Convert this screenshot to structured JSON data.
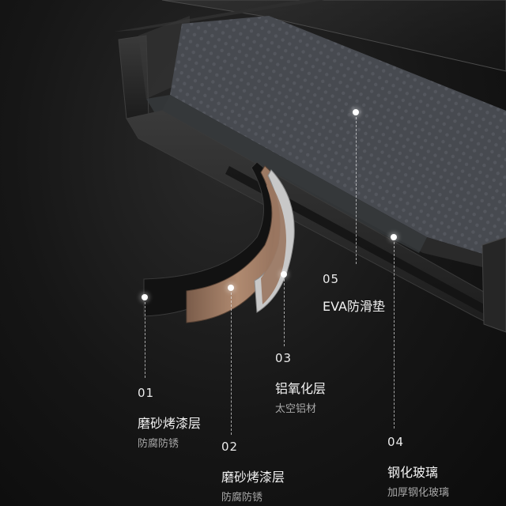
{
  "layers": [
    {
      "id": "01",
      "title": "磨砂烤漆层",
      "subtitle": "防腐防锈"
    },
    {
      "id": "02",
      "title": "磨砂烤漆层",
      "subtitle": "防腐防锈"
    },
    {
      "id": "03",
      "title": "铝氧化层",
      "subtitle": "太空铝材"
    },
    {
      "id": "04",
      "title": "钢化玻璃",
      "subtitle": "加厚钢化玻璃"
    },
    {
      "id": "05",
      "title": "EVA防滑垫",
      "subtitle": ""
    }
  ],
  "colors": {
    "background": "#141414",
    "frame": "#2b2b2b",
    "copper": "#b08a70",
    "aluminum": "#d9d9d9",
    "mat": "#4a4c52"
  },
  "icons": {
    "marker": "dot-icon"
  }
}
